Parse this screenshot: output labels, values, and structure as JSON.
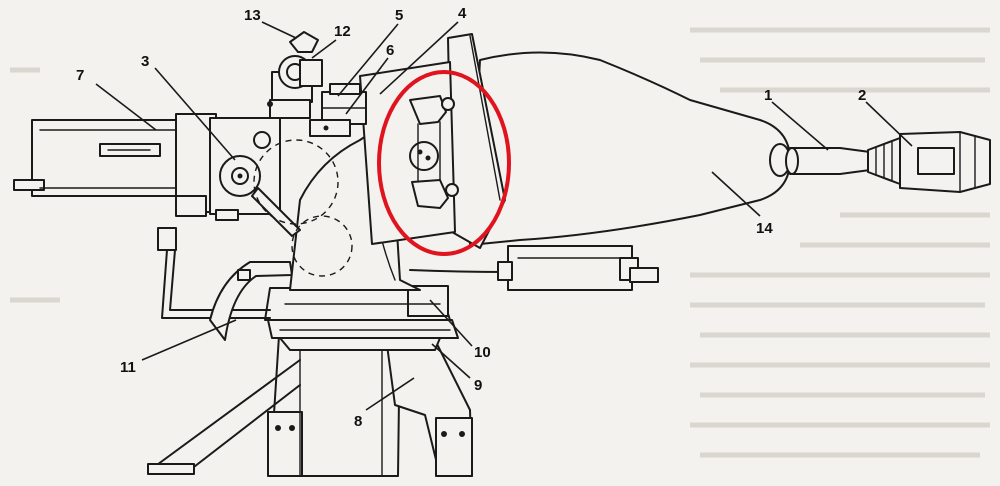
{
  "diagram": {
    "callouts": [
      "1",
      "2",
      "3",
      "4",
      "5",
      "6",
      "7",
      "8",
      "9",
      "10",
      "11",
      "12",
      "13",
      "14"
    ],
    "highlight_color": "#e0141e",
    "line_color": "#1a1a1a",
    "paper_color": "#f3f2ee"
  }
}
